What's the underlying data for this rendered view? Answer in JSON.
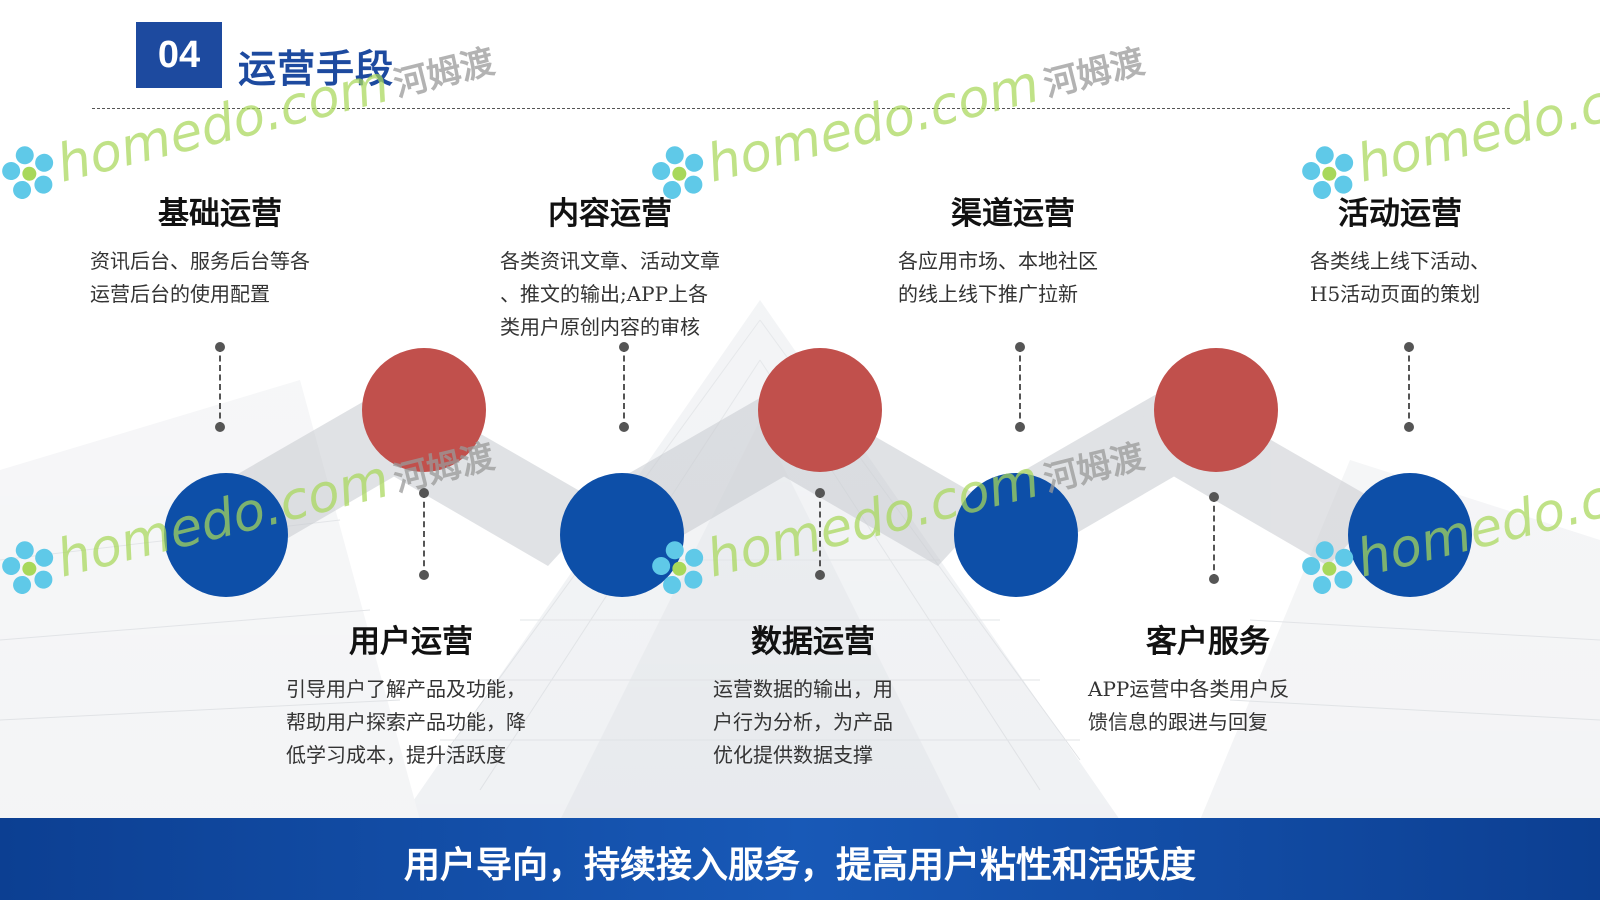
{
  "header": {
    "section_number": "04",
    "title": "运营手段"
  },
  "blocks": [
    {
      "title": "基础运营",
      "desc": "资讯后台、服务后台等各\n运营后台的使用配置"
    },
    {
      "title": "内容运营",
      "desc": "各类资讯文章、活动文章\n、推文的输出;APP上各\n类用户原创内容的审核"
    },
    {
      "title": "渠道运营",
      "desc": "各应用市场、本地社区\n的线上线下推广拉新"
    },
    {
      "title": "活动运营",
      "desc": "各类线上线下活动、\nH5活动页面的策划"
    },
    {
      "title": "用户运营",
      "desc": "引导用户了解产品及功能，\n帮助用户探索产品功能，降\n低学习成本，提升活跃度"
    },
    {
      "title": "数据运营",
      "desc": "运营数据的输出，用\n户行为分析，为产品\n优化提供数据支撑"
    },
    {
      "title": "客户服务",
      "desc": "APP运营中各类用户反\n馈信息的跟进与回复"
    }
  ],
  "footer": {
    "slogan": "用户导向，持续接入服务，提高用户粘性和活跃度"
  },
  "watermark": {
    "en": "homedo.com",
    "cn": "河姆渡"
  },
  "colors": {
    "brand_blue": "#1d4a9f",
    "circle_red": "#c1504c",
    "circle_blue": "#0d4fa8",
    "watermark_green": "#a8d85a"
  }
}
